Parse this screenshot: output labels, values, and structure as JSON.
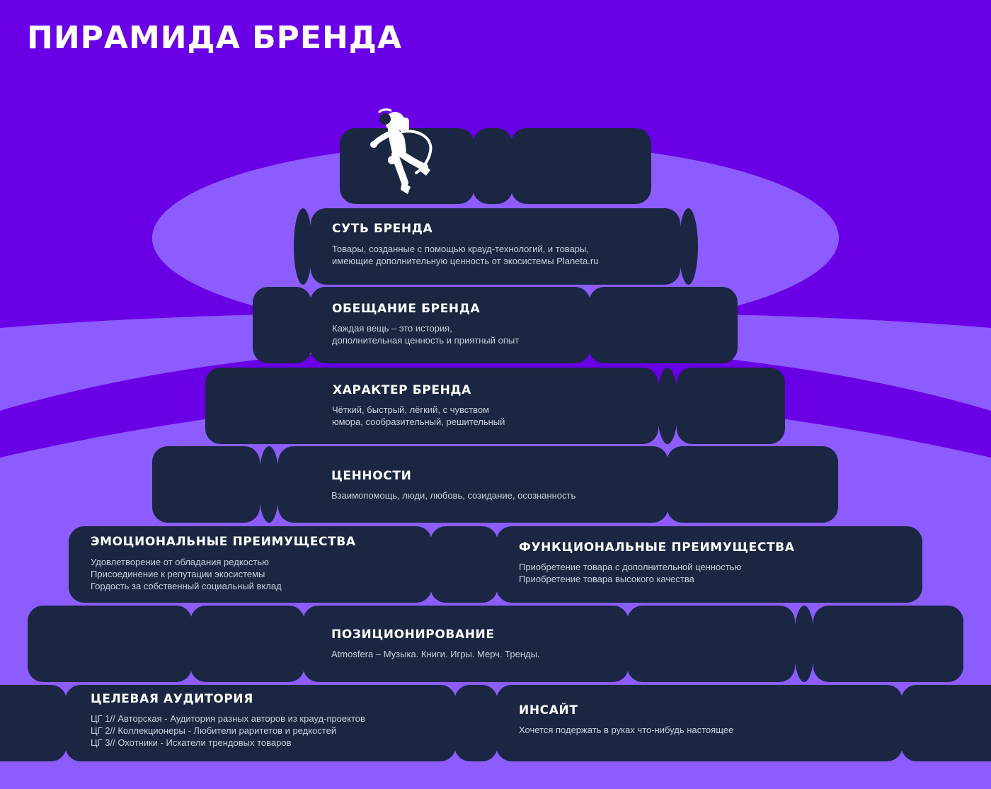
{
  "title": "ПИРАМИДА БРЕНДА",
  "colors": {
    "background_top": "#6a00e6",
    "background_light": "#8c5cff",
    "block": "#1b2742",
    "heading_text": "#ffffff",
    "body_text": "#c9cfe0"
  },
  "illustration": {
    "icon": "astronaut-icon"
  },
  "levels": {
    "essence": {
      "heading": "СУТЬ БРЕНДА",
      "lines": [
        "Товары, созданные с помощью крауд-технологий, и товары,",
        "имеющие дополнительную ценность от экосистемы Planeta.ru"
      ]
    },
    "promise": {
      "heading": "ОБЕЩАНИЕ БРЕНДА",
      "lines": [
        "Каждая вещь – это история,",
        "дополнительная ценность и приятный опыт"
      ]
    },
    "character": {
      "heading": "ХАРАКТЕР БРЕНДА",
      "lines": [
        "Чёткий, быстрый, лёгкий, с чувством",
        "юмора, сообразительный, решительный"
      ]
    },
    "values": {
      "heading": "ЦЕННОСТИ",
      "lines": [
        "Взаимопомощь, люди, любовь, созидание, осознанность"
      ]
    },
    "emotional": {
      "heading": "ЭМОЦИОНАЛЬНЫЕ ПРЕИМУЩЕСТВА",
      "lines": [
        "Удовлетворение от обладания редкостью",
        "Присоединение к репутации экосистемы",
        "Гордость за собственный социальный вклад"
      ]
    },
    "functional": {
      "heading": "ФУНКЦИОНАЛЬНЫЕ ПРЕИМУЩЕСТВА",
      "lines": [
        "Приобретение товара с дополнительной ценностью",
        "Приобретение товара высокого качества"
      ]
    },
    "positioning": {
      "heading": "ПОЗИЦИОНИРОВАНИЕ",
      "lines": [
        "Atmosfera – Музыка. Книги. Игры. Мерч. Тренды."
      ]
    },
    "audience": {
      "heading": "ЦЕЛЕВАЯ АУДИТОРИЯ",
      "lines": [
        "ЦГ 1// Авторская - Аудитория разных авторов из крауд-проектов",
        "ЦГ 2// Коллекционеры - Любители раритетов и редкостей",
        "ЦГ 3// Охотники - Искатели трендовых товаров"
      ]
    },
    "insight": {
      "heading": "ИНСАЙТ",
      "lines": [
        "Хочется подержать в руках что-нибудь настоящее"
      ]
    }
  }
}
